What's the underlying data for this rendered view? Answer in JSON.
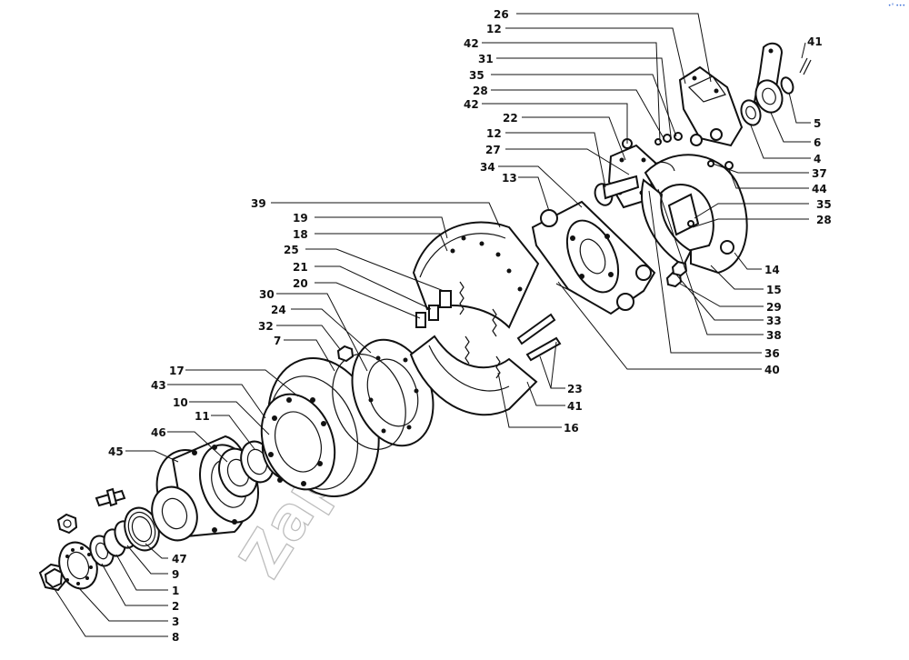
{
  "diagram": {
    "type": "exploded-view-parts-diagram",
    "watermark": "Zap",
    "corner_mark": "•° •••",
    "callouts": [
      "26",
      "12",
      "42",
      "31",
      "35",
      "28",
      "42",
      "22",
      "12",
      "27",
      "34",
      "13",
      "41",
      "5",
      "6",
      "4",
      "37",
      "44",
      "35",
      "28",
      "14",
      "15",
      "29",
      "33",
      "38",
      "36",
      "40",
      "39",
      "19",
      "18",
      "25",
      "21",
      "20",
      "30",
      "24",
      "32",
      "7",
      "17",
      "43",
      "10",
      "11",
      "46",
      "45",
      "47",
      "9",
      "1",
      "2",
      "3",
      "8",
      "23",
      "41",
      "16"
    ]
  }
}
